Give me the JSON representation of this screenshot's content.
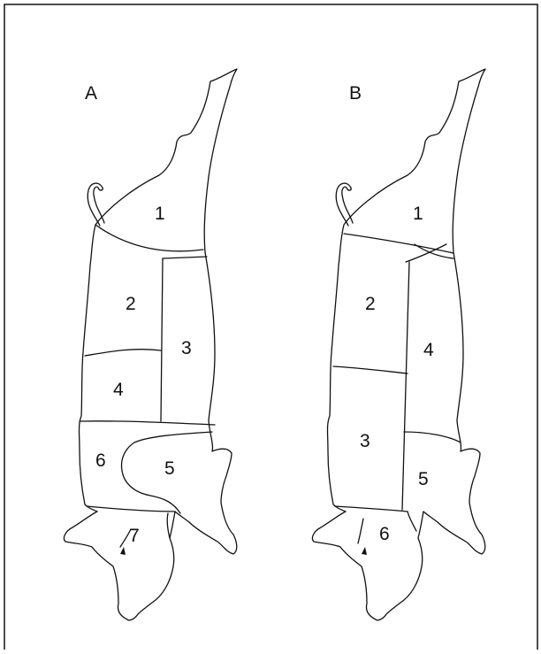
{
  "diagram": {
    "panels": [
      {
        "label": "A",
        "regions": [
          "1",
          "2",
          "3",
          "4",
          "5",
          "6",
          "7"
        ]
      },
      {
        "label": "B",
        "regions": [
          "1",
          "2",
          "3",
          "4",
          "5",
          "6"
        ]
      }
    ]
  }
}
